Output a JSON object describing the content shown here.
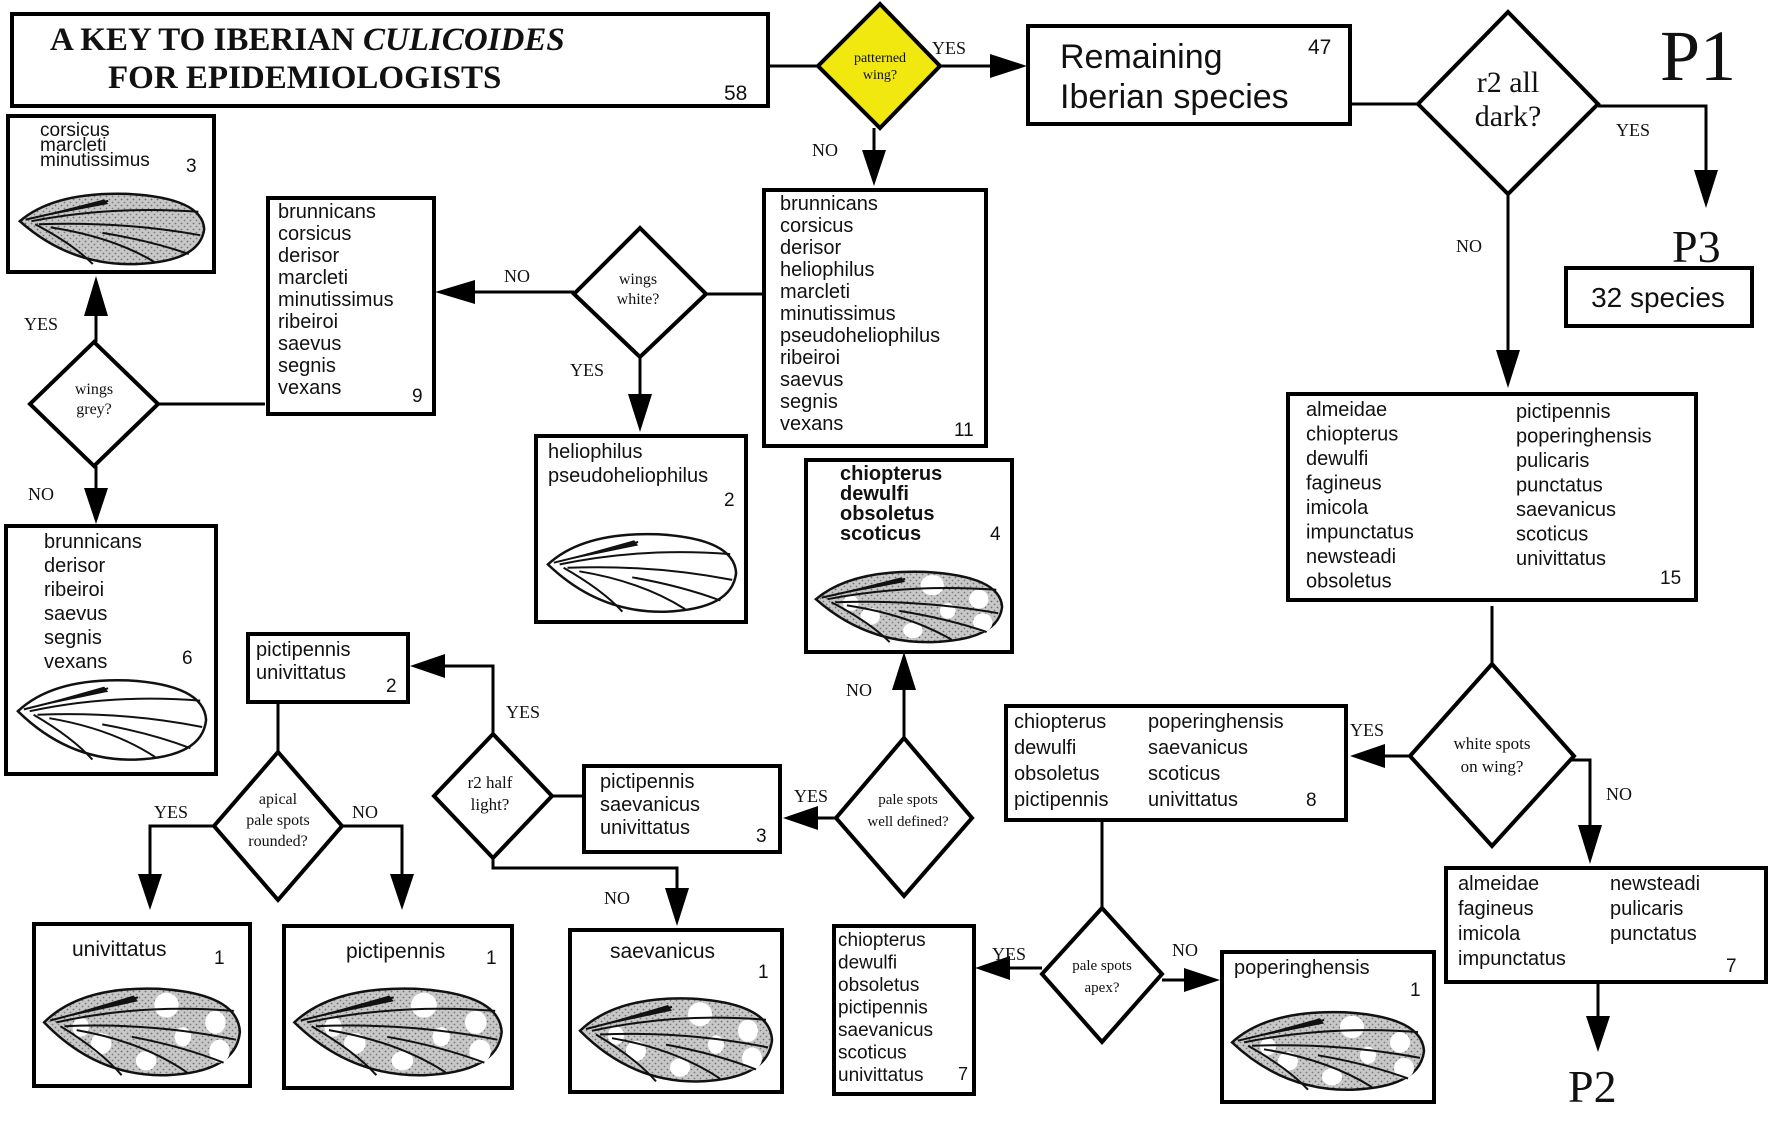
{
  "title": {
    "line1_prefix": "A KEY TO IBERIAN ",
    "line1_italic": "CULICOIDES",
    "line2": "FOR EPIDEMIOLOGISTS",
    "count": "58"
  },
  "page_label": "P1",
  "colors": {
    "highlight": "#f0e80f",
    "line": "#000000"
  },
  "questions": {
    "patterned": [
      "patterned",
      "wing?"
    ],
    "r2dark": [
      "r2 all",
      "dark?"
    ],
    "wings_white": [
      "wings",
      "white?"
    ],
    "wings_grey": [
      "wings",
      "grey?"
    ],
    "white_spots": [
      "white spots",
      "on wing?"
    ],
    "pale_defined": [
      "pale spots",
      "well defined?"
    ],
    "r2_half": [
      "r2 half",
      "light?"
    ],
    "apical": [
      "apical",
      "pale spots",
      "rounded?"
    ],
    "pale_apex": [
      "pale spots",
      "apex?"
    ]
  },
  "labels": {
    "yes": "YES",
    "no": "NO"
  },
  "boxes": {
    "remaining": {
      "lines": [
        "Remaining",
        "Iberian species"
      ],
      "count": "47"
    },
    "p3": {
      "label": "P3",
      "text": "32 species"
    },
    "p2": {
      "label": "P2"
    },
    "unpatterned11": {
      "lines": [
        "brunnicans",
        "corsicus",
        "derisor",
        "heliophilus",
        "marcleti",
        "minutissimus",
        "pseudoheliophilus",
        "ribeiroi",
        "saevus",
        "segnis",
        "vexans"
      ],
      "count": "11"
    },
    "nine": {
      "lines": [
        "brunnicans",
        "corsicus",
        "derisor",
        "marcleti",
        "minutissimus",
        "ribeiroi",
        "saevus",
        "segnis",
        "vexans"
      ],
      "count": "9"
    },
    "three_grey": {
      "lines": [
        "corsicus",
        "marcleti",
        "minutissimus"
      ],
      "count": "3"
    },
    "six": {
      "lines": [
        "brunnicans",
        "derisor",
        "ribeiroi",
        "saevus",
        "segnis",
        "vexans"
      ],
      "count": "6"
    },
    "helio": {
      "lines": [
        "heliophilus",
        "pseudoheliophilus"
      ],
      "count": "2"
    },
    "fifteen": {
      "col1": [
        "almeidae",
        "chiopterus",
        "dewulfi",
        "fagineus",
        "imicola",
        "impunctatus",
        "newsteadi",
        "obsoletus"
      ],
      "col2": [
        "pictipennis",
        "poperinghensis",
        "pulicaris",
        "punctatus",
        "saevanicus",
        "scoticus",
        "univittatus"
      ],
      "count": "15"
    },
    "eight": {
      "col1": [
        "chiopterus",
        "dewulfi",
        "obsoletus",
        "pictipennis"
      ],
      "col2": [
        "poperinghensis",
        "saevanicus",
        "scoticus",
        "univittatus"
      ],
      "count": "8"
    },
    "seven_right": {
      "col1": [
        "almeidae",
        "fagineus",
        "imicola",
        "impunctatus"
      ],
      "col2": [
        "newsteadi",
        "pulicaris",
        "punctatus"
      ],
      "count": "7"
    },
    "four": {
      "lines": [
        "chiopterus",
        "dewulfi",
        "obsoletus",
        "scoticus"
      ],
      "count": "4"
    },
    "seven_mid": {
      "lines": [
        "chiopterus",
        "dewulfi",
        "obsoletus",
        "pictipennis",
        "saevanicus",
        "scoticus",
        "univittatus"
      ],
      "count": "7"
    },
    "popering": {
      "lines": [
        "poperinghensis"
      ],
      "count": "1"
    },
    "pict3": {
      "lines": [
        "pictipennis",
        "saevanicus",
        "univittatus"
      ],
      "count": "3"
    },
    "pict2": {
      "lines": [
        "pictipennis",
        "univittatus"
      ],
      "count": "2"
    },
    "saevanicus1": {
      "lines": [
        "saevanicus"
      ],
      "count": "1"
    },
    "univ1": {
      "lines": [
        "univittatus"
      ],
      "count": "1"
    },
    "pict1": {
      "lines": [
        "pictipennis"
      ],
      "count": "1"
    }
  }
}
